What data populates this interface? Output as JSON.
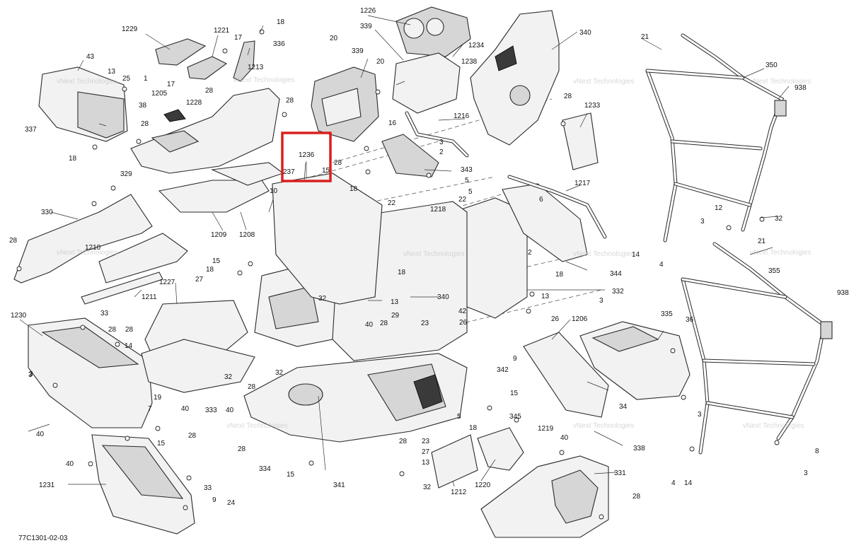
{
  "diagram": {
    "drawing_code": "77C1301-02-03",
    "watermark": "vNext Technologies",
    "highlight_color": "#d9201f",
    "highlighted_labels": [
      "1236",
      "237",
      "15"
    ],
    "labels": [
      {
        "id": "l1",
        "text": "1226"
      },
      {
        "id": "l2",
        "text": "339"
      },
      {
        "id": "l3",
        "text": "1234"
      },
      {
        "id": "l4",
        "text": "1238"
      },
      {
        "id": "l5",
        "text": "340"
      },
      {
        "id": "l6",
        "text": "21"
      },
      {
        "id": "l7",
        "text": "350"
      },
      {
        "id": "l8",
        "text": "938"
      },
      {
        "id": "l9",
        "text": "18"
      },
      {
        "id": "l10",
        "text": "1229"
      },
      {
        "id": "l11",
        "text": "1221"
      },
      {
        "id": "l12",
        "text": "17"
      },
      {
        "id": "l13",
        "text": "336"
      },
      {
        "id": "l14",
        "text": "43"
      },
      {
        "id": "l15",
        "text": "13"
      },
      {
        "id": "l16",
        "text": "25"
      },
      {
        "id": "l17",
        "text": "1"
      },
      {
        "id": "l18",
        "text": "17"
      },
      {
        "id": "l19",
        "text": "1213"
      },
      {
        "id": "l20",
        "text": "1228"
      },
      {
        "id": "l21",
        "text": "28"
      },
      {
        "id": "l22",
        "text": "38"
      },
      {
        "id": "l23",
        "text": "1205"
      },
      {
        "id": "l24",
        "text": "337"
      },
      {
        "id": "l25",
        "text": "28"
      },
      {
        "id": "l26",
        "text": "18"
      },
      {
        "id": "l27",
        "text": "329"
      },
      {
        "id": "l28",
        "text": "20"
      },
      {
        "id": "l29",
        "text": "339"
      },
      {
        "id": "l30",
        "text": "20"
      },
      {
        "id": "l31",
        "text": "28"
      },
      {
        "id": "l32",
        "text": "1233"
      },
      {
        "id": "l33",
        "text": "16"
      },
      {
        "id": "l34",
        "text": "1216"
      },
      {
        "id": "l35",
        "text": "3"
      },
      {
        "id": "l36",
        "text": "2"
      },
      {
        "id": "l37",
        "text": "28"
      },
      {
        "id": "l38",
        "text": "343"
      },
      {
        "id": "l39",
        "text": "18"
      },
      {
        "id": "l40",
        "text": "5"
      },
      {
        "id": "l41",
        "text": "1217"
      },
      {
        "id": "l42",
        "text": "6"
      },
      {
        "id": "l43",
        "text": "28"
      },
      {
        "id": "l44",
        "text": "10"
      },
      {
        "id": "l45",
        "text": "1209"
      },
      {
        "id": "l46",
        "text": "1208"
      },
      {
        "id": "l47",
        "text": "330"
      },
      {
        "id": "l48",
        "text": "22"
      },
      {
        "id": "l49",
        "text": "1218"
      },
      {
        "id": "l50",
        "text": "22"
      },
      {
        "id": "l51",
        "text": "5"
      },
      {
        "id": "l52",
        "text": "12"
      },
      {
        "id": "l53",
        "text": "3"
      },
      {
        "id": "l54",
        "text": "32"
      },
      {
        "id": "l55",
        "text": "28"
      },
      {
        "id": "l56",
        "text": "1210"
      },
      {
        "id": "l57",
        "text": "15"
      },
      {
        "id": "l58",
        "text": "18"
      },
      {
        "id": "l59",
        "text": "18"
      },
      {
        "id": "l60",
        "text": "2"
      },
      {
        "id": "l61",
        "text": "14"
      },
      {
        "id": "l62",
        "text": "21"
      },
      {
        "id": "l63",
        "text": "4"
      },
      {
        "id": "l64",
        "text": "18"
      },
      {
        "id": "l65",
        "text": "344"
      },
      {
        "id": "l66",
        "text": "355"
      },
      {
        "id": "l67",
        "text": "1227"
      },
      {
        "id": "l68",
        "text": "27"
      },
      {
        "id": "l69",
        "text": "1211"
      },
      {
        "id": "l70",
        "text": "32"
      },
      {
        "id": "l71",
        "text": "332"
      },
      {
        "id": "l72",
        "text": "13"
      },
      {
        "id": "l73",
        "text": "340"
      },
      {
        "id": "l74",
        "text": "13"
      },
      {
        "id": "l75",
        "text": "42"
      },
      {
        "id": "l76",
        "text": "938"
      },
      {
        "id": "l77",
        "text": "1230"
      },
      {
        "id": "l78",
        "text": "33"
      },
      {
        "id": "l79",
        "text": "28"
      },
      {
        "id": "l80",
        "text": "28"
      },
      {
        "id": "l81",
        "text": "14"
      },
      {
        "id": "l82",
        "text": "40"
      },
      {
        "id": "l83",
        "text": "28"
      },
      {
        "id": "l84",
        "text": "29"
      },
      {
        "id": "l85",
        "text": "23"
      },
      {
        "id": "l86",
        "text": "26"
      },
      {
        "id": "l87",
        "text": "26"
      },
      {
        "id": "l88",
        "text": "1206"
      },
      {
        "id": "l89",
        "text": "3"
      },
      {
        "id": "l90",
        "text": "335"
      },
      {
        "id": "l91",
        "text": "36"
      },
      {
        "id": "l92",
        "text": "9"
      },
      {
        "id": "l93",
        "text": "3"
      },
      {
        "id": "l94",
        "text": "32"
      },
      {
        "id": "l95",
        "text": "32"
      },
      {
        "id": "l96",
        "text": "19"
      },
      {
        "id": "l97",
        "text": "333"
      },
      {
        "id": "l98",
        "text": "40"
      },
      {
        "id": "l99",
        "text": "7"
      },
      {
        "id": "l100",
        "text": "40"
      },
      {
        "id": "l101",
        "text": "28"
      },
      {
        "id": "l102",
        "text": "342"
      },
      {
        "id": "l103",
        "text": "15"
      },
      {
        "id": "l104",
        "text": "34"
      },
      {
        "id": "l105",
        "text": "345"
      },
      {
        "id": "l106",
        "text": "3"
      },
      {
        "id": "l107",
        "text": "40"
      },
      {
        "id": "l108",
        "text": "5"
      },
      {
        "id": "l109",
        "text": "28"
      },
      {
        "id": "l110",
        "text": "15"
      },
      {
        "id": "l111",
        "text": "28"
      },
      {
        "id": "l112",
        "text": "18"
      },
      {
        "id": "l113",
        "text": "1219"
      },
      {
        "id": "l114",
        "text": "40"
      },
      {
        "id": "l115",
        "text": "338"
      },
      {
        "id": "l116",
        "text": "8"
      },
      {
        "id": "l117",
        "text": "3"
      },
      {
        "id": "l118",
        "text": "28"
      },
      {
        "id": "l119",
        "text": "23"
      },
      {
        "id": "l120",
        "text": "27"
      },
      {
        "id": "l121",
        "text": "13"
      },
      {
        "id": "l122",
        "text": "40"
      },
      {
        "id": "l123",
        "text": "334"
      },
      {
        "id": "l124",
        "text": "15"
      },
      {
        "id": "l125",
        "text": "1212"
      },
      {
        "id": "l126",
        "text": "1220"
      },
      {
        "id": "l127",
        "text": "32"
      },
      {
        "id": "l128",
        "text": "331"
      },
      {
        "id": "l129",
        "text": "4"
      },
      {
        "id": "l130",
        "text": "14"
      },
      {
        "id": "l131",
        "text": "1231"
      },
      {
        "id": "l132",
        "text": "33"
      },
      {
        "id": "l133",
        "text": "9"
      },
      {
        "id": "l134",
        "text": "24"
      },
      {
        "id": "l135",
        "text": "341"
      },
      {
        "id": "l136",
        "text": "28"
      },
      {
        "id": "l137",
        "text": "3"
      },
      {
        "id": "l138",
        "text": "1236"
      },
      {
        "id": "l139",
        "text": "237"
      },
      {
        "id": "l140",
        "text": "15"
      }
    ]
  }
}
